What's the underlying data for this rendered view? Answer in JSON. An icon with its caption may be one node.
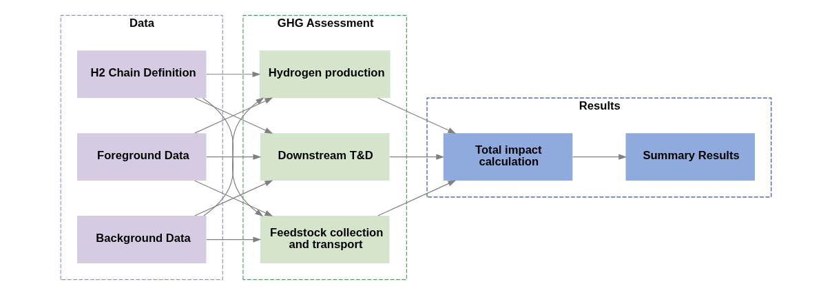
{
  "diagram": {
    "nodes": [
      {
        "text": [
          "Data"
        ]
      },
      {
        "text": [
          "Foreground Data"
        ],
        "in": 0
      },
      {
        "text": [
          "Background Data"
        ],
        "in": 0
      },
      {
        "text": [
          "H2 Chain Definition"
        ],
        "in": 0
      },
      {
        "text": [
          "GHG Assessment"
        ]
      },
      {
        "text": [
          "Feedstock collection and transport"
        ],
        "in": 4
      },
      {
        "text": [
          "Hydrogen production"
        ],
        "in": 4
      },
      {
        "text": [
          "Downstream T&D"
        ],
        "in": 4
      },
      {
        "text": [
          "Results"
        ]
      },
      {
        "text": [
          "Total impact calculation"
        ],
        "in": 8
      },
      {
        "text": [
          "Summary Results"
        ],
        "in": 8
      }
    ],
    "edges": [
      {
        "from": 1,
        "to": 5,
        "arrow": "to"
      },
      {
        "from": 1,
        "to": 6,
        "arrow": "to"
      },
      {
        "from": 1,
        "to": 7,
        "arrow": "to"
      },
      {
        "from": 2,
        "to": 5,
        "arrow": "to"
      },
      {
        "from": 2,
        "to": 6,
        "arrow": "to"
      },
      {
        "from": 2,
        "to": 7,
        "arrow": "to"
      },
      {
        "from": 3,
        "to": 5,
        "arrow": "to"
      },
      {
        "from": 3,
        "to": 6,
        "arrow": "to"
      },
      {
        "from": 3,
        "to": 7,
        "arrow": "to"
      },
      {
        "from": 5,
        "to": 9,
        "arrow": "to"
      },
      {
        "from": 6,
        "to": 9,
        "arrow": "to"
      },
      {
        "from": 7,
        "to": 9,
        "arrow": "to"
      },
      {
        "from": 9,
        "to": 10,
        "arrow": "to"
      }
    ]
  }
}
